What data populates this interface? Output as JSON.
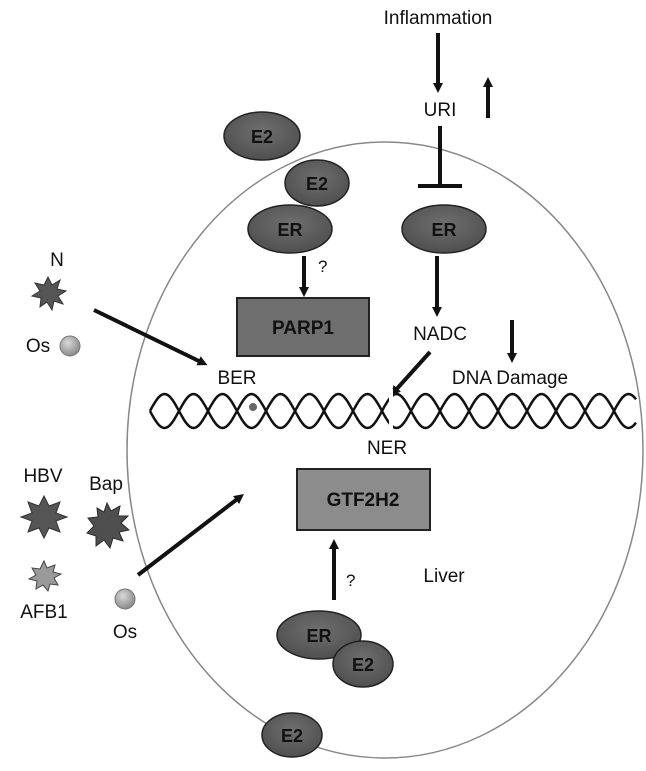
{
  "labels": {
    "inflammation": "Inflammation",
    "uri": "URI",
    "nadc": "NADC",
    "dna_damage": "DNA Damage",
    "ber": "BER",
    "ner": "NER",
    "liver": "Liver",
    "question_top": "?",
    "question_bottom": "?",
    "n": "N",
    "os_top": "Os",
    "os_bottom": "Os",
    "hbv": "HBV",
    "bap": "Bap",
    "afb1": "AFB1"
  },
  "ovals": {
    "e2_top1": "E2",
    "e2_top2": "E2",
    "er_left": "ER",
    "er_right": "ER",
    "er_bottom": "ER",
    "e2_bottom1": "E2",
    "e2_bottom2": "E2"
  },
  "boxes": {
    "parp1": "PARP1",
    "gtf2h2": "GTF2H2"
  },
  "colors": {
    "oval_fill": "#5a5a5a",
    "box_fill": "#6e6e6e",
    "gtf2h2_fill": "#8c8c8c",
    "sphere": "#a8a8a8",
    "outline": "#222222"
  }
}
